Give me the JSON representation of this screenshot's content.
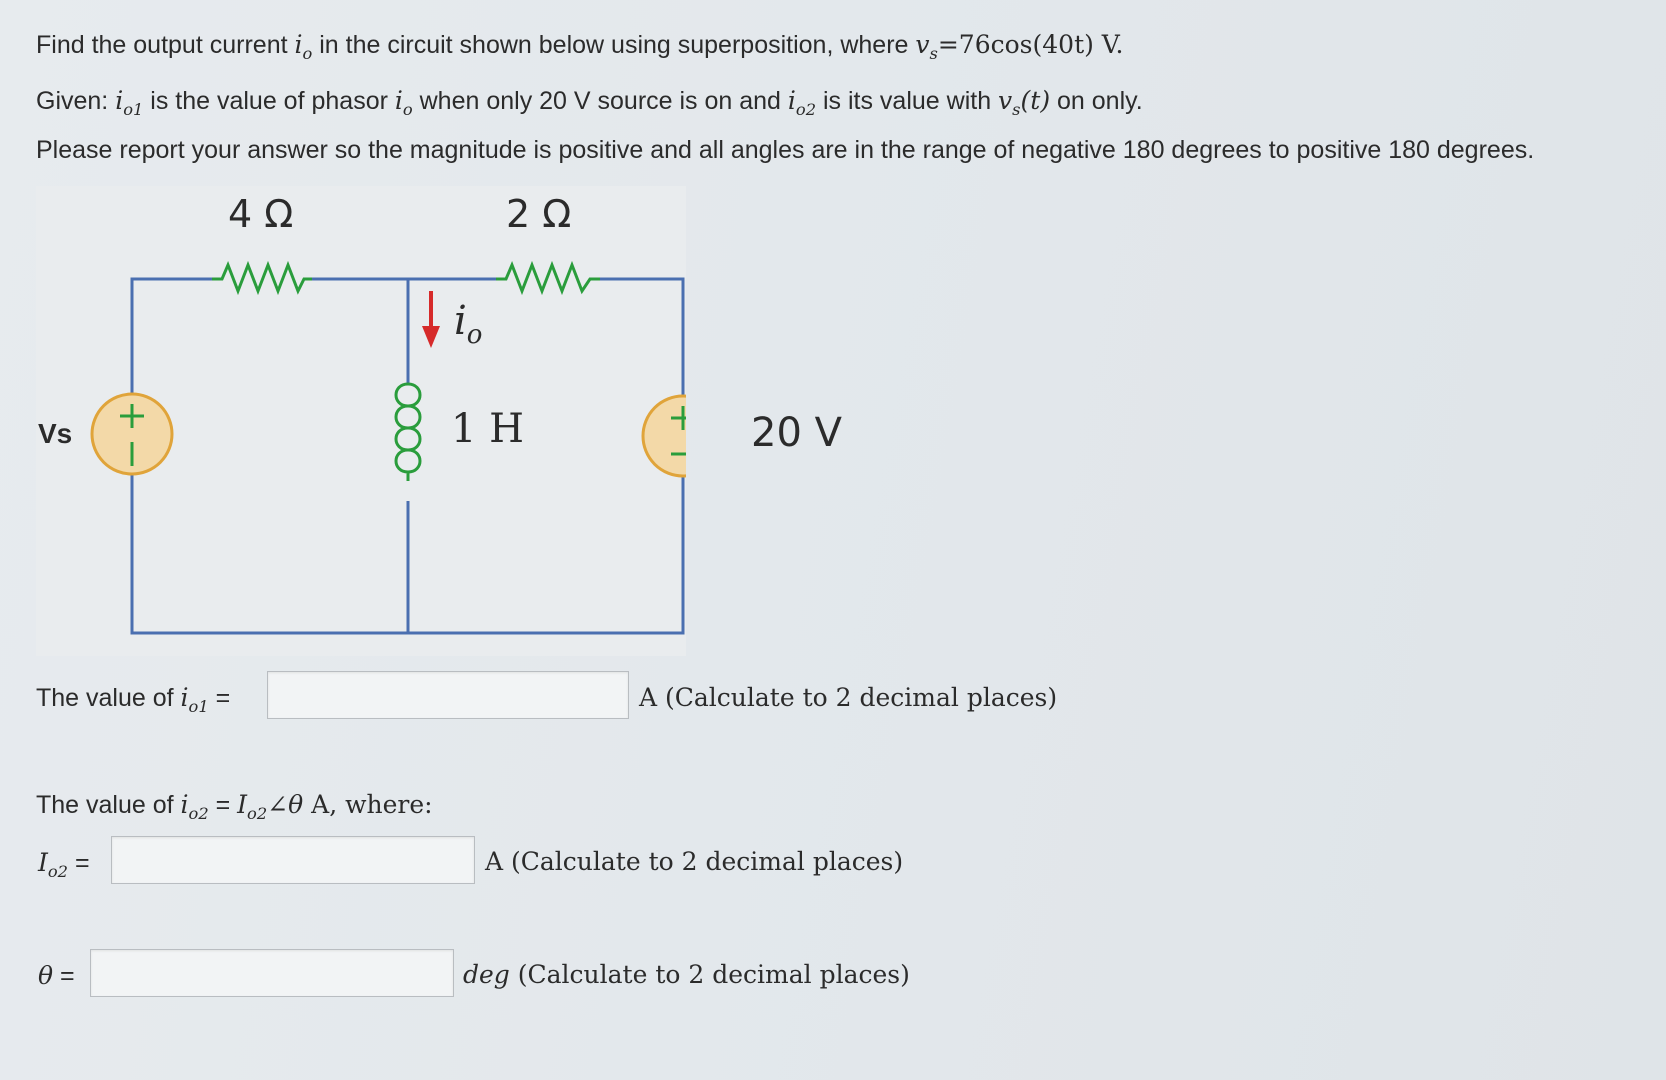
{
  "question": {
    "line1": {
      "text": "Find the output current ",
      "var": "i",
      "var_sub": "o",
      "mid": " in the circuit shown below using superposition, where ",
      "vs": "v",
      "vs_sub": "s",
      "eq": "=76cos(40t) V."
    },
    "line2": {
      "given": "Given: ",
      "io1": "i",
      "io1_sub": "o1",
      "a": " is the value of phasor ",
      "io": "i",
      "io_sub": "o",
      "b": " when only 20 V source is on and ",
      "io2": "i",
      "io2_sub": "o2",
      "c": " is its value with ",
      "vst": "v",
      "vst_sub": "s",
      "vst_arg": "(t)",
      "d": " on only."
    },
    "line3": "Please report your answer so the magnitude is positive and all angles are in the range of negative 180 degrees to positive 180 degrees."
  },
  "circuit": {
    "r1": "4 Ω",
    "r2": "2 Ω",
    "io_label": "i",
    "io_sub": "o",
    "inductor": "1 H",
    "vs_label": "Vs",
    "dc_source": "20 V",
    "plus": "+",
    "minus": "−",
    "colors": {
      "wire": "#4a6fb0",
      "resistor": "#2a9d3c",
      "source_fill": "#f3d9a8",
      "source_stroke": "#e0a43a",
      "arrow": "#d62a2a"
    }
  },
  "answers": {
    "io1": {
      "prefix": "The value of ",
      "var": "i",
      "sub": "o1",
      "eq": " =",
      "value": "",
      "unit": "A (Calculate to 2 decimal places)"
    },
    "io2_intro": {
      "prefix": "The value of ",
      "var": "i",
      "sub": "o2",
      "eq": " = ",
      "I": "I",
      "I_sub": "o2",
      "angle": "∠",
      "theta": "θ",
      "tail": " A, where:"
    },
    "I_o2": {
      "var": "I",
      "sub": "o2",
      "eq": " =",
      "value": "",
      "unit": "A (Calculate to 2 decimal places)"
    },
    "theta": {
      "var": "θ",
      "eq": " =",
      "value": "",
      "unit_italic": "deg",
      "unit": " (Calculate to 2 decimal places)"
    }
  }
}
